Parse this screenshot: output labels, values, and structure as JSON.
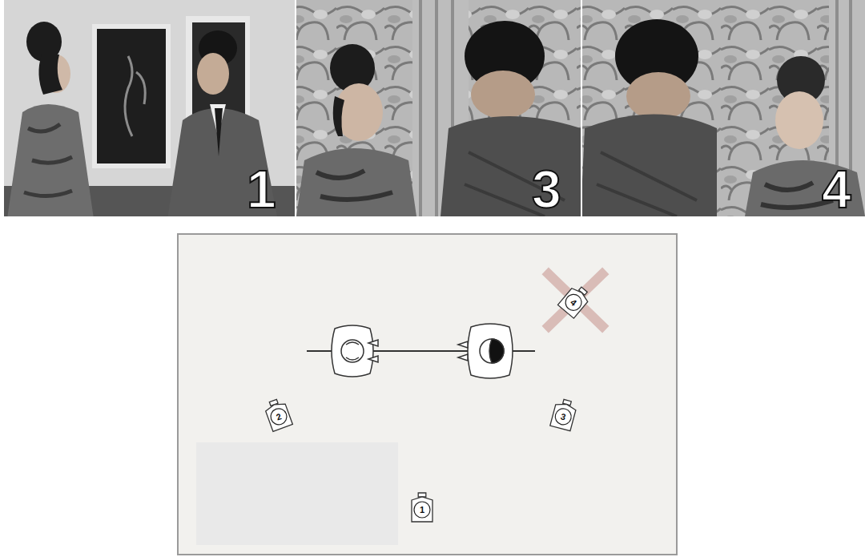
{
  "diagram": {
    "nodes": [
      {
        "text": [
          "4"
        ]
      },
      {
        "text": [
          "2"
        ]
      },
      {
        "text": [
          "3"
        ]
      },
      {
        "text": [
          "1"
        ]
      }
    ],
    "labels": [
      "1",
      "3",
      "4"
    ]
  }
}
